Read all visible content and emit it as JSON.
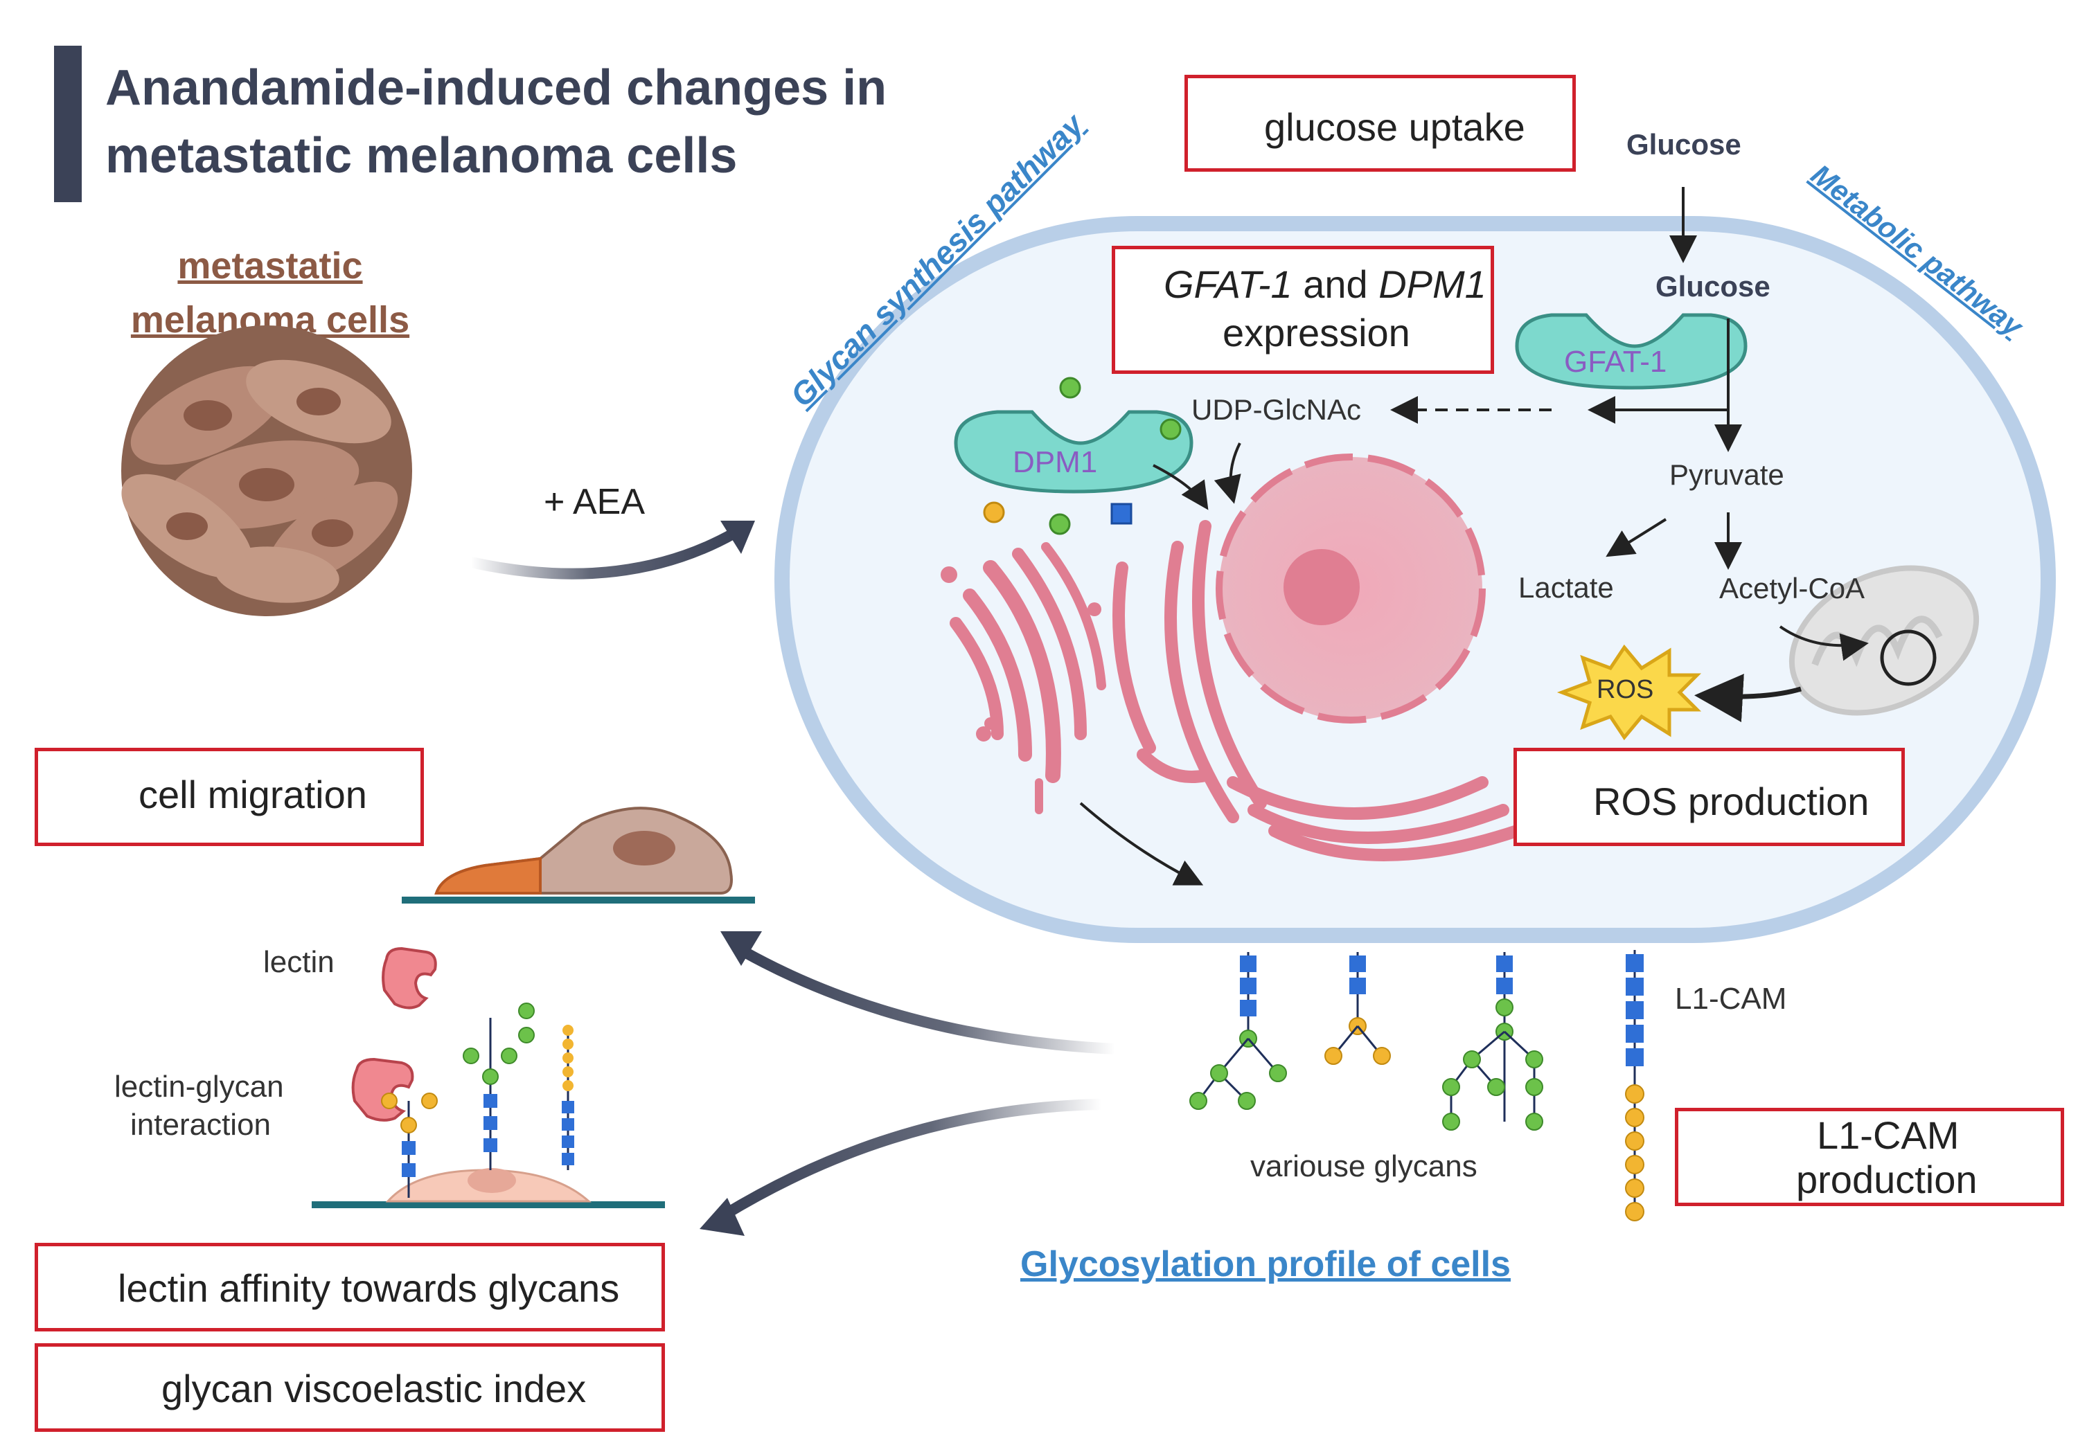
{
  "title_line1": "Anandamide-induced changes in",
  "title_line2": "metastatic melanoma cells",
  "cells_label_line1": "metastatic",
  "cells_label_line2": "melanoma cells",
  "treatment_label": "+ AEA",
  "boxes": {
    "glucose_uptake": "glucose uptake",
    "gfat_gene1": "GFAT-1",
    "gfat_and": " and ",
    "gfat_gene2": "DPM1",
    "gfat_line2": "expression",
    "ros_production": "ROS production",
    "cell_migration": "cell migration",
    "l1cam_line1": "L1-CAM",
    "l1cam_line2": "production",
    "lectin_affinity": "lectin affinity towards glycans",
    "glycan_visco": "glycan viscoelastic index"
  },
  "pathways": {
    "glycan": "Glycan synthesis pathway",
    "metabolic": "Metabolic pathway",
    "glycosylation": "Glycosylation profile of cells"
  },
  "metabolites": {
    "glucose_outside": "Glucose",
    "glucose_inside": "Glucose",
    "gfat_enzyme": "GFAT-1",
    "udp": "UDP-GlcNAc",
    "dpm_enzyme": "DPM1",
    "pyruvate": "Pyruvate",
    "lactate": "Lactate",
    "acetyl": "Acetyl-CoA",
    "ros": "ROS"
  },
  "labels": {
    "l1cam": "L1-CAM",
    "various_glycans": "variouse glycans",
    "lectin": "lectin",
    "lectin_glycan_1": "lectin-glycan",
    "lectin_glycan_2": "interaction"
  },
  "colors": {
    "box_border": "#d0202c",
    "arrow_red": "#c8452a",
    "cell_fill": "#eef5fc",
    "cell_border": "#b9cfe8",
    "golgi": "#e07e92",
    "enzyme": "#7dd9cd",
    "title": "#3b4257",
    "pathway_blue": "#3a86c9"
  }
}
